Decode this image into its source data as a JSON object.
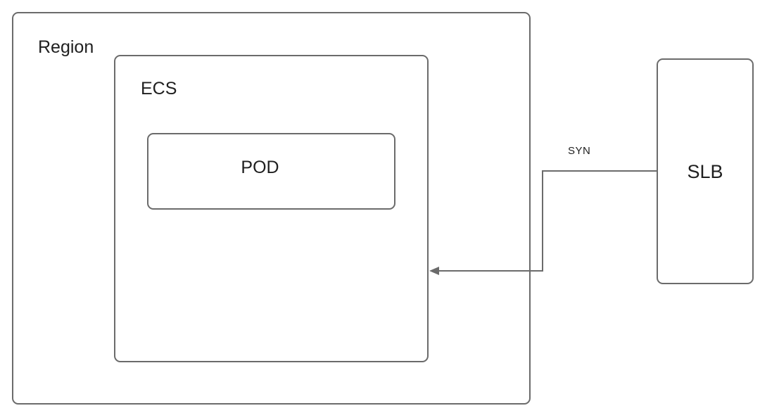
{
  "diagram": {
    "region": {
      "label": "Region"
    },
    "ecs": {
      "label": "ECS"
    },
    "pod": {
      "label": "POD"
    },
    "slb": {
      "label": "SLB"
    },
    "connection": {
      "label": "SYN",
      "from": "SLB",
      "to": "ECS"
    }
  },
  "colors": {
    "stroke": "#6b6b6b",
    "text": "#1f1f1f",
    "background": "#ffffff"
  }
}
